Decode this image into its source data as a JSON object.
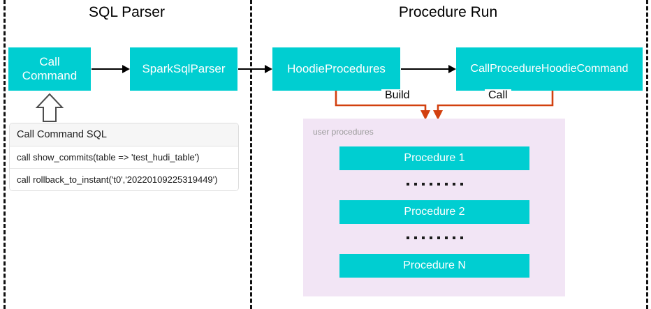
{
  "diagram": {
    "title_left": "SQL Parser",
    "title_right": "Procedure Run"
  },
  "boxes": {
    "call_command": "Call\nCommand",
    "call_command_line1": "Call",
    "call_command_line2": "Command",
    "spark_sql_parser": "SparkSqlParser",
    "hoodie_procedures": "HoodieProcedures",
    "call_procedure_hoodie_command": "CallProcedureHoodieCommand"
  },
  "connectors": {
    "build_label": "Build",
    "call_label": "Call"
  },
  "sql_panel": {
    "header": "Call Command SQL",
    "rows": [
      "call show_commits(table => 'test_hudi_table')",
      "call rollback_to_instant('t0','20220109225319449')"
    ]
  },
  "user_procedures": {
    "label": "user procedures",
    "items": [
      "Procedure 1",
      "Procedure 2",
      "Procedure N"
    ],
    "ellipsis_dots": 8
  },
  "colors": {
    "box_cyan": "#00CED1",
    "panel_purple": "#F2E5F5",
    "connector_orange": "#D2400F",
    "arrow_black": "#000000",
    "divider_black": "#111111",
    "sql_header_gray": "#F6F6F6",
    "muted_label_gray": "#9B9B9B"
  }
}
